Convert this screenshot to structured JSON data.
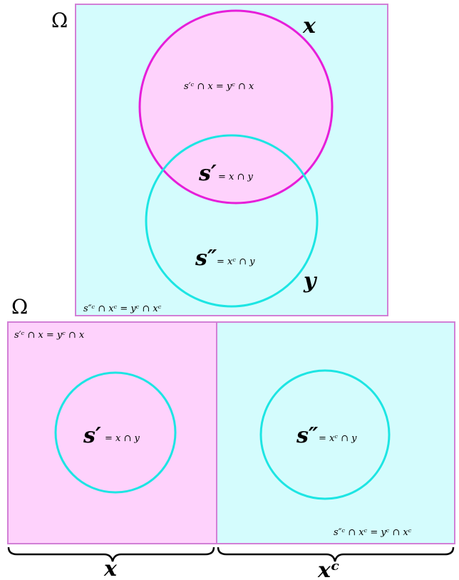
{
  "colors": {
    "omega_fill": "#d4fcfd",
    "x_fill": "#fed2fc",
    "box_border": "#d27fd6",
    "x_circle_stroke": "#e61ed9",
    "y_circle_stroke": "#1de5e3",
    "text": "#000000"
  },
  "top": {
    "omega_label": "Ω",
    "x_label": "x",
    "y_label": "y",
    "x_only_region_label": "s′ᶜ ∩ x = yᶜ ∩ x",
    "s_prime_symbol": "s′",
    "s_prime_def": "= x ∩ y",
    "s_double_prime_symbol": "s″",
    "s_double_prime_def": "= xᶜ ∩ y",
    "outside_region_label": "s″ᶜ ∩ xᶜ = yᶜ ∩ xᶜ"
  },
  "bottom": {
    "omega_label": "Ω",
    "left_panel_label": "s′ᶜ ∩ x = yᶜ ∩ x",
    "left_s_symbol": "s′",
    "left_s_def": "= x ∩ y",
    "right_s_symbol": "s″",
    "right_s_def": "= xᶜ ∩ y",
    "right_panel_label": "s″ᶜ ∩ xᶜ = yᶜ ∩ xᶜ",
    "left_brace_label": "x",
    "right_brace_label": "xᶜ"
  }
}
